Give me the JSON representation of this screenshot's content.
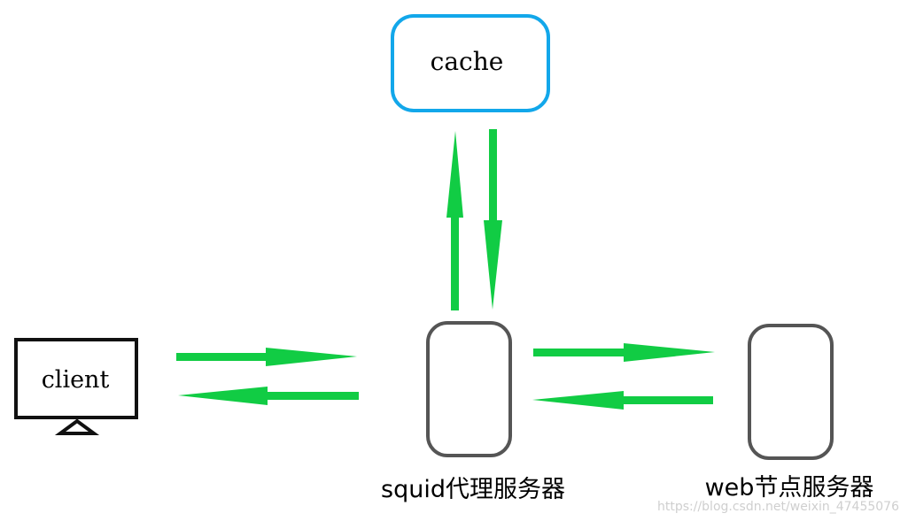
{
  "nodes": {
    "cache": {
      "label": "cache"
    },
    "client": {
      "label": "client"
    },
    "squid": {
      "label": "squid代理服务器"
    },
    "web": {
      "label": "web节点服务器"
    }
  },
  "watermark": "https://blog.csdn.net/weixin_47455076",
  "colors": {
    "arrow": "#11cc44",
    "cache_border": "#12a7ea",
    "server_border": "#555555",
    "client_border": "#111111",
    "watermark": "#cfcfcf"
  }
}
